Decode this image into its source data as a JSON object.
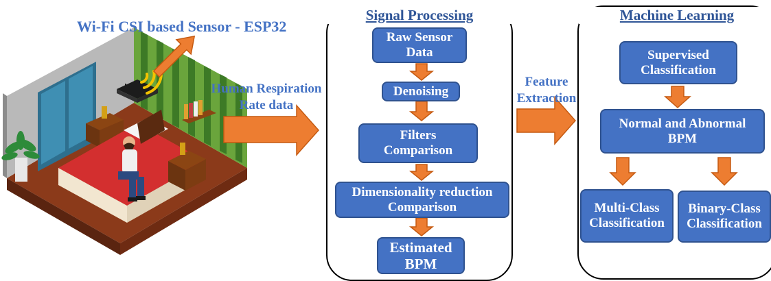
{
  "colors": {
    "box_fill": "#4472c4",
    "box_border": "#2f528f",
    "arrow_fill": "#ed7d31",
    "arrow_stroke": "#c55a11",
    "label_blue": "#4472c4",
    "panel_title": "#2f5597"
  },
  "sensor": {
    "label": "Wi-Fi CSI based Sensor - ESP32"
  },
  "flow": {
    "respiration_label_line1": "Human Respiration",
    "respiration_label_line2": "Rate data",
    "feature_label_line1": "Feature",
    "feature_label_line2": "Extraction"
  },
  "signal_processing": {
    "title": "Signal Processing",
    "steps": [
      {
        "line1": "Raw Sensor",
        "line2": "Data"
      },
      {
        "line1": "Denoising",
        "line2": ""
      },
      {
        "line1": "Filters",
        "line2": "Comparison"
      },
      {
        "line1": "Dimensionality reduction",
        "line2": "Comparison"
      },
      {
        "line1": "Estimated",
        "line2": "BPM"
      }
    ]
  },
  "machine_learning": {
    "title": "Machine Learning",
    "supervised": {
      "line1": "Supervised",
      "line2": "Classification"
    },
    "normal_abnormal": {
      "line1": "Normal and Abnormal",
      "line2": "BPM"
    },
    "multi_class": {
      "line1": "Multi-Class",
      "line2": "Classification"
    },
    "binary_class": {
      "line1": "Binary-Class",
      "line2": "Classification"
    }
  }
}
